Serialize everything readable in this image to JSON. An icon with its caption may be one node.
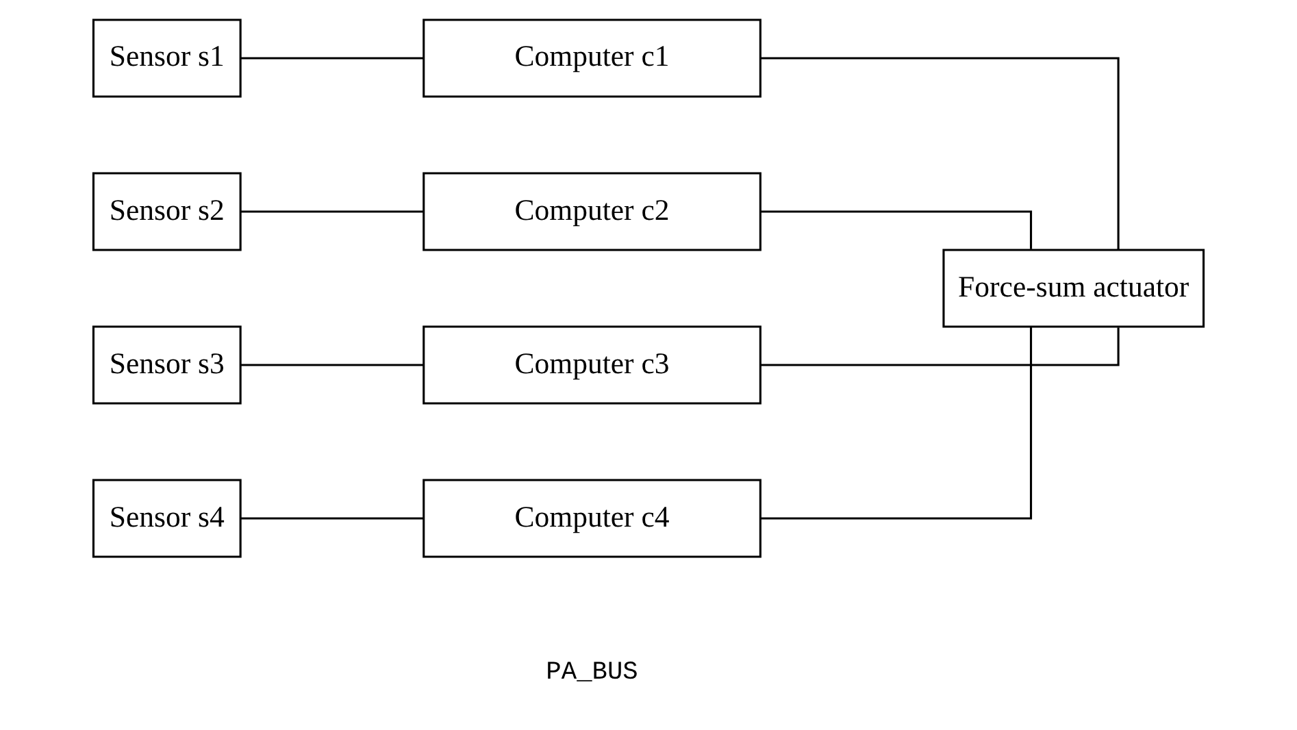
{
  "diagram": {
    "nodes": [
      {
        "text": [
          "Sensor s1"
        ]
      },
      {
        "text": [
          "Sensor s2"
        ]
      },
      {
        "text": [
          "Sensor s3"
        ]
      },
      {
        "text": [
          "Sensor s4"
        ]
      },
      {
        "text": [
          "Computer c1"
        ]
      },
      {
        "text": [
          "Computer c2"
        ]
      },
      {
        "text": [
          "Computer c3"
        ]
      },
      {
        "text": [
          "Computer c4"
        ]
      },
      {
        "text": [
          "Force-sum actuator"
        ]
      }
    ],
    "edges": [
      {
        "from": 0,
        "to": 4,
        "arrow": "none"
      },
      {
        "from": 1,
        "to": 5,
        "arrow": "none"
      },
      {
        "from": 2,
        "to": 6,
        "arrow": "none"
      },
      {
        "from": 3,
        "to": 7,
        "arrow": "none"
      },
      {
        "from": 4,
        "to": 8,
        "arrow": "none"
      },
      {
        "from": 5,
        "to": 8,
        "arrow": "none"
      },
      {
        "from": 6,
        "to": 8,
        "arrow": "none"
      },
      {
        "from": 7,
        "to": 8,
        "arrow": "none"
      }
    ],
    "labels": [
      "PA_BUS"
    ]
  }
}
